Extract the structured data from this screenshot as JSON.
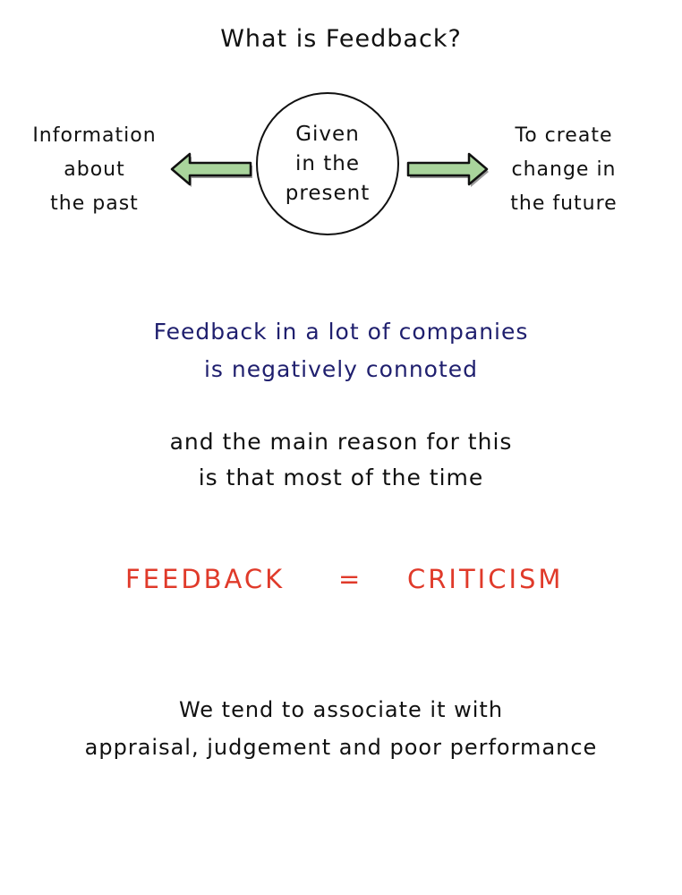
{
  "title": "What is Feedback?",
  "diagram": {
    "left": {
      "lines": [
        "Information",
        "about",
        "the past"
      ]
    },
    "center": {
      "lines": [
        "Given",
        "in the",
        "present"
      ]
    },
    "right": {
      "lines": [
        "To create",
        "change in",
        "the future"
      ]
    },
    "arrow_color": "#a9d49c",
    "arrows": [
      "arrow-left",
      "arrow-right"
    ]
  },
  "statement": {
    "lines": [
      "Feedback in a lot of companies",
      "is negatively connoted"
    ],
    "color": "#1f1f6e"
  },
  "reason": {
    "lines": [
      "and the main reason for this",
      "is that most of the time"
    ]
  },
  "equation": {
    "left": "FEEDBACK",
    "operator": "=",
    "right": "CRITICISM",
    "color": "#e03a2a"
  },
  "conclusion": {
    "lines": [
      "We tend to associate it with",
      "appraisal, judgement and poor performance"
    ]
  }
}
